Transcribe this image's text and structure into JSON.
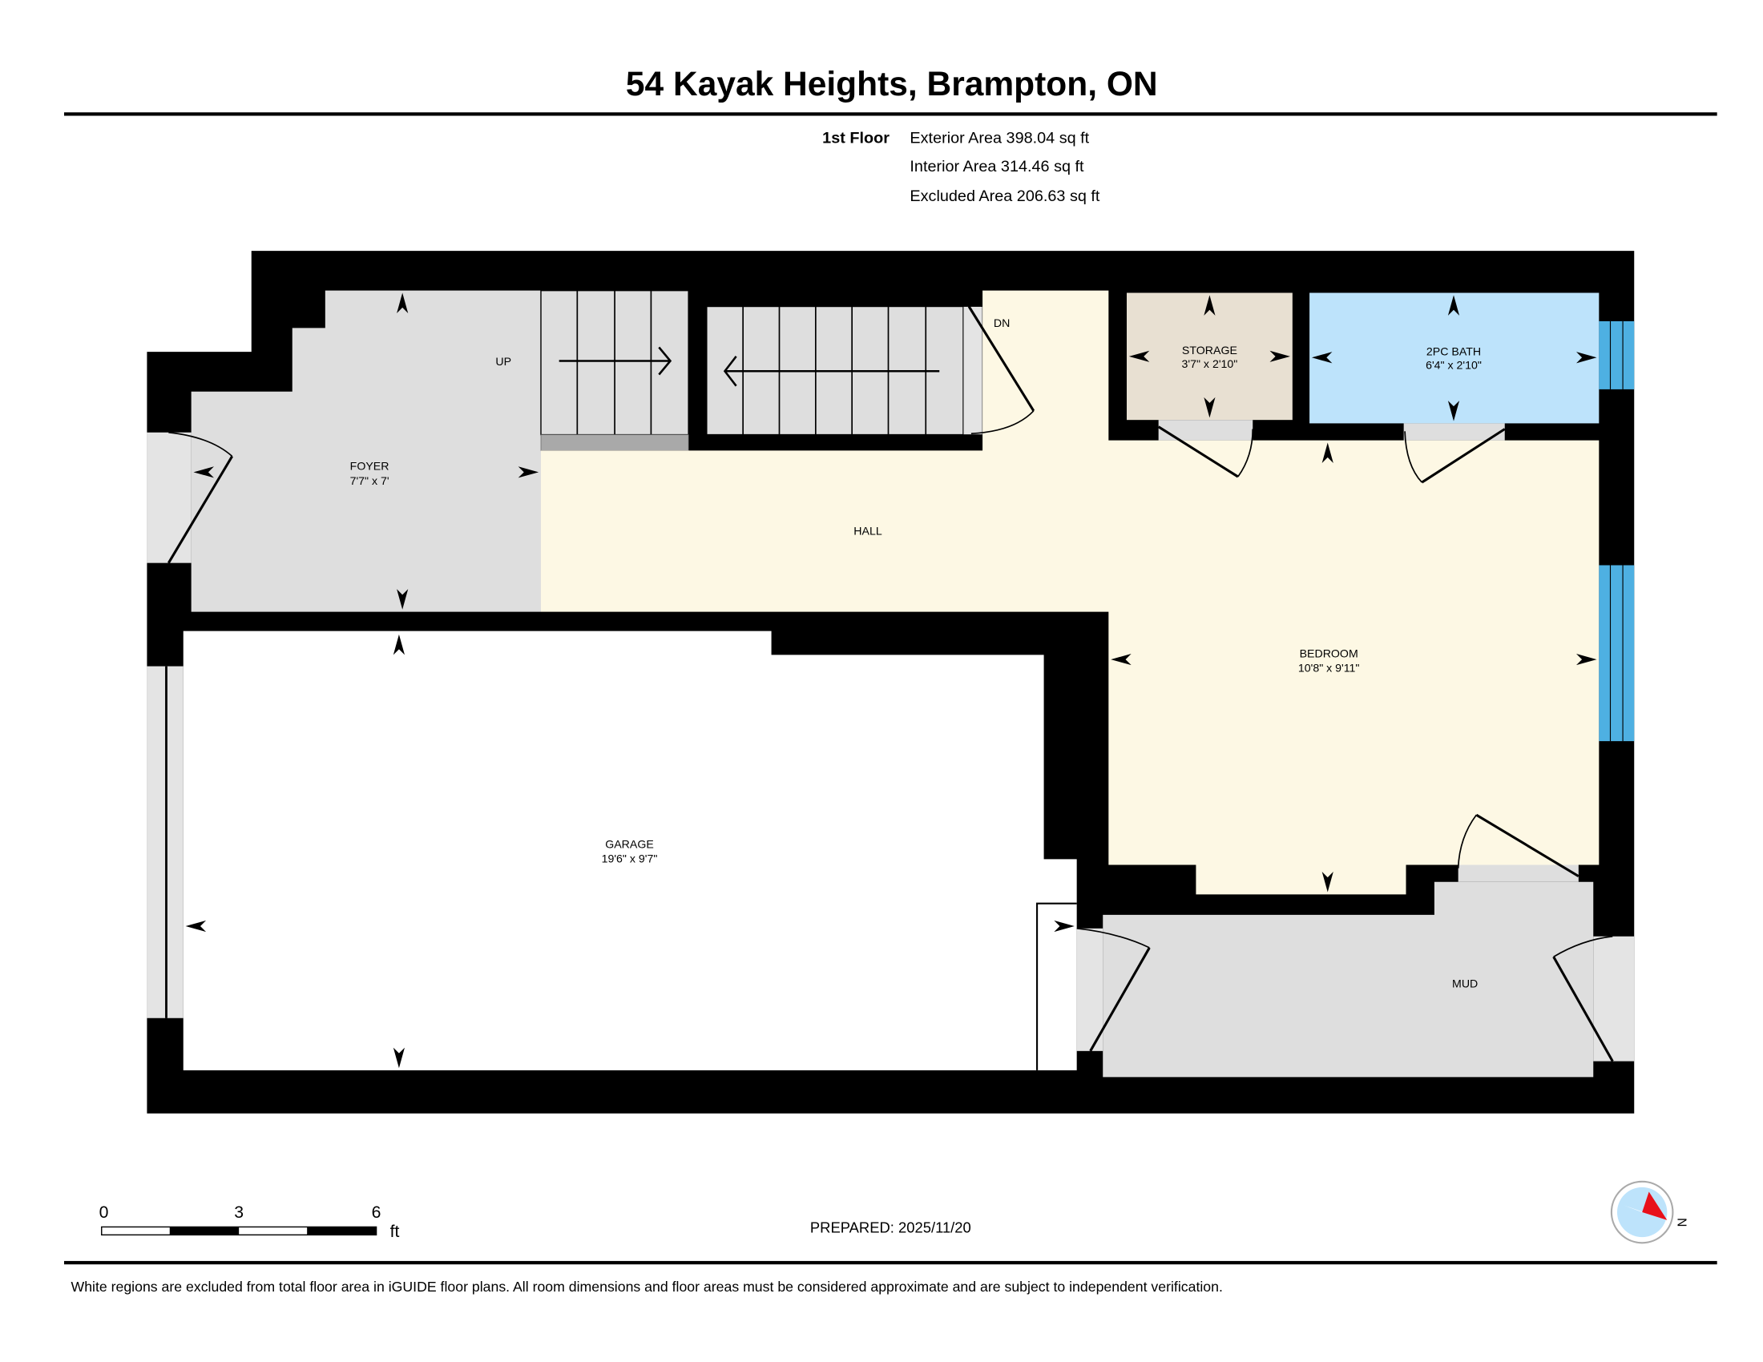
{
  "header": {
    "title": "54 Kayak Heights, Brampton, ON",
    "floor_label": "1st Floor",
    "exterior_area": "Exterior Area 398.04 sq ft",
    "interior_area": "Interior Area 314.46 sq ft",
    "excluded_area": "Excluded Area 206.63 sq ft"
  },
  "rooms": {
    "foyer": {
      "name": "FOYER",
      "dims": "7'7\" x 7'"
    },
    "hall": {
      "name": "HALL"
    },
    "storage": {
      "name": "STORAGE",
      "dims": "3'7\" x 2'10\""
    },
    "bath": {
      "name": "2PC BATH",
      "dims": "6'4\" x 2'10\""
    },
    "bedroom": {
      "name": "BEDROOM",
      "dims": "10'8\" x 9'11\""
    },
    "garage": {
      "name": "GARAGE",
      "dims": "19'6\" x 9'7\""
    },
    "mud": {
      "name": "MUD"
    }
  },
  "stairs": {
    "up": "UP",
    "down": "DN"
  },
  "colors": {
    "wall": "#000000",
    "grey_room": "#dedede",
    "hall_bedroom": "#fdf8e4",
    "storage": "#e8e0d2",
    "bath": "#bde3fb",
    "window": "#4eb0e2",
    "compass_red": "#e8101a"
  },
  "scale": {
    "ticks": [
      "0",
      "3",
      "6"
    ],
    "unit": "ft"
  },
  "compass": {
    "label": "N"
  },
  "footer": {
    "prepared": "PREPARED: 2025/11/20",
    "disclaimer": "White regions are excluded from total floor area in iGUIDE floor plans. All room dimensions and floor areas must be considered approximate and are subject to independent verification."
  }
}
